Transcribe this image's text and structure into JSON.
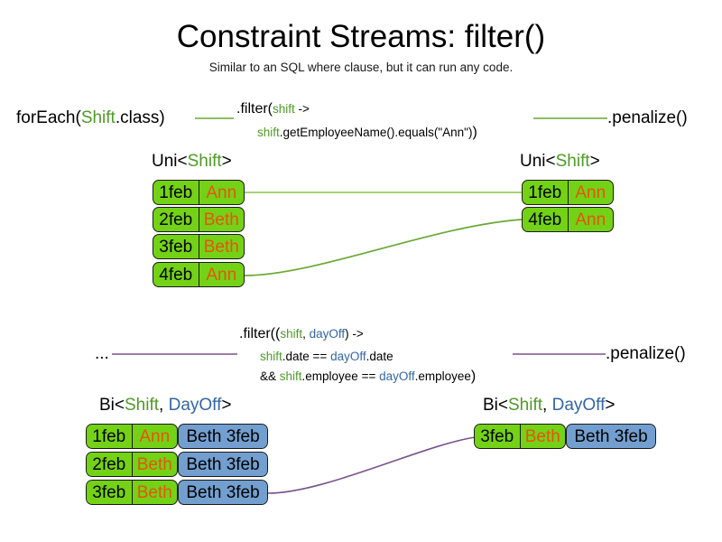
{
  "header": {
    "title": "Constraint Streams: filter()",
    "subtitle": "Similar to an SQL where clause, but it can run any code."
  },
  "colors": {
    "shift_green": "#73d216",
    "dayoff_blue": "#729fcf",
    "employee_orange": "#e8530e",
    "type_green": "#4f9a26",
    "type_blue": "#3465a4",
    "connector_green": "#6aa834",
    "connector_purple": "#7a528c",
    "box_border": "#1a1a1a",
    "background": "#ffffff"
  },
  "uni_section": {
    "source_label": "forEach(",
    "source_type": "Shift",
    "source_suffix": ".class)",
    "filter_line1_prefix": ".filter(",
    "filter_line1_var": "shift",
    "filter_line1_suffix": " ->",
    "filter_line2_var": "shift",
    "filter_line2_body": ".getEmployeeName().equals(\"Ann\")",
    "filter_line2_close": ")",
    "penalize_label": ".penalize()",
    "left_type_prefix": "Uni<",
    "left_type_generic": "Shift",
    "left_type_suffix": ">",
    "right_type_prefix": "Uni<",
    "right_type_generic": "Shift",
    "right_type_suffix": ">",
    "left_rows": [
      {
        "date": "1feb",
        "employee": "Ann"
      },
      {
        "date": "2feb",
        "employee": "Beth"
      },
      {
        "date": "3feb",
        "employee": "Beth"
      },
      {
        "date": "4feb",
        "employee": "Ann"
      }
    ],
    "right_rows": [
      {
        "date": "1feb",
        "employee": "Ann"
      },
      {
        "date": "4feb",
        "employee": "Ann"
      }
    ]
  },
  "bi_section": {
    "source_label": "...",
    "filter_line1_prefix": ".filter((",
    "filter_line1_var1": "shift",
    "filter_line1_comma": ", ",
    "filter_line1_var2": "dayOff",
    "filter_line1_suffix": ") ->",
    "filter_line2_var1": "shift",
    "filter_line2_mid": ".date == ",
    "filter_line2_var2": "dayOff",
    "filter_line2_end": ".date",
    "filter_line3_prefix": "&& ",
    "filter_line3_var1": "shift",
    "filter_line3_mid": ".employee == ",
    "filter_line3_var2": "dayOff",
    "filter_line3_end": ".employee",
    "filter_line3_close": ")",
    "penalize_label": ".penalize()",
    "left_type_prefix": "Bi<",
    "left_type_generic1": "Shift",
    "left_type_comma": ", ",
    "left_type_generic2": "DayOff",
    "left_type_suffix": ">",
    "right_type_prefix": "Bi<",
    "right_type_generic1": "Shift",
    "right_type_comma": ", ",
    "right_type_generic2": "DayOff",
    "right_type_suffix": ">",
    "left_rows": [
      {
        "date": "1feb",
        "employee": "Ann",
        "dayoff": "Beth 3feb"
      },
      {
        "date": "2feb",
        "employee": "Beth",
        "dayoff": "Beth 3feb"
      },
      {
        "date": "3feb",
        "employee": "Beth",
        "dayoff": "Beth 3feb"
      }
    ],
    "right_rows": [
      {
        "date": "3feb",
        "employee": "Beth",
        "dayoff": "Beth 3feb"
      }
    ]
  }
}
